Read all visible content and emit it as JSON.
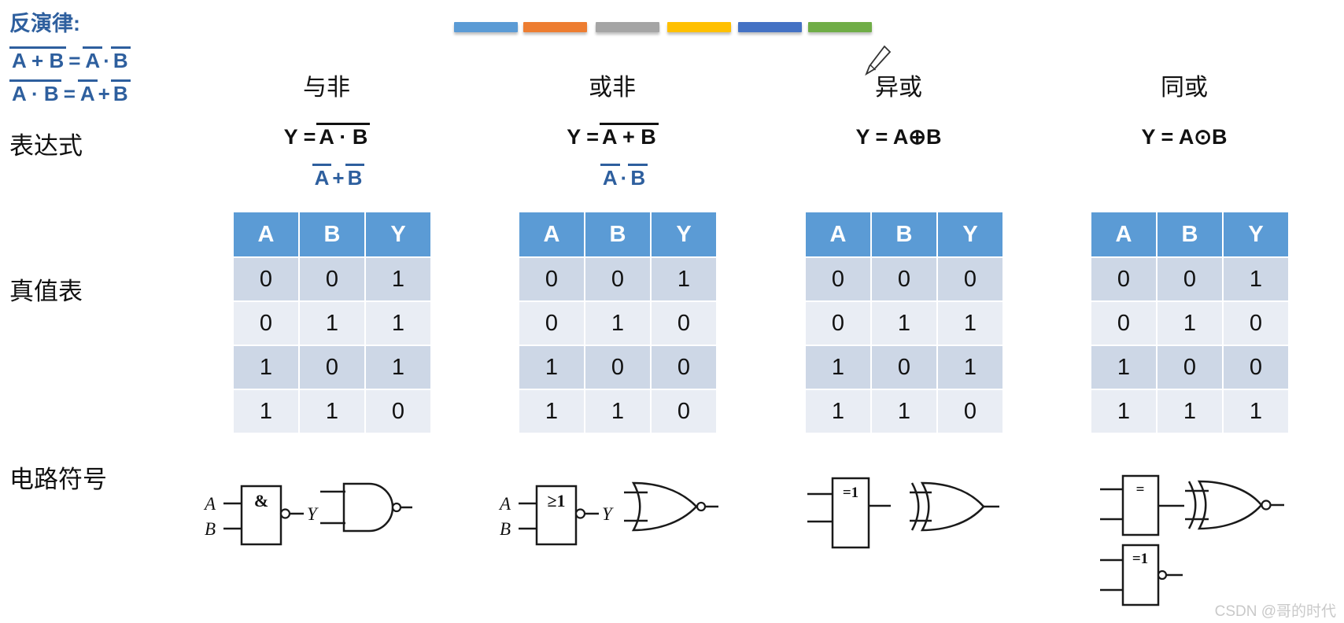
{
  "demorgan": {
    "title": "反演律:",
    "law1": {
      "lhs": "A + B",
      "eq": "=",
      "a": "A",
      "op": "·",
      "b": "B"
    },
    "law2": {
      "lhs": "A · B",
      "eq": "=",
      "a": "A",
      "op": "+",
      "b": "B"
    }
  },
  "toolbar_bars": [
    {
      "name": "blue",
      "color": "#5B9BD5"
    },
    {
      "name": "orange",
      "color": "#ED7D31"
    },
    {
      "name": "gray",
      "color": "#A5A5A5"
    },
    {
      "name": "gold",
      "color": "#FFC000"
    },
    {
      "name": "dark-blue",
      "color": "#4472C4"
    },
    {
      "name": "green",
      "color": "#70AD47"
    }
  ],
  "row_labels": {
    "expression": "表达式",
    "truth_table": "真值表",
    "circuit": "电路符号"
  },
  "gate_io_labels": {
    "in1": "A",
    "in2": "B",
    "out": "Y"
  },
  "gates": [
    {
      "name": "与非",
      "expr_prefix": "Y = ",
      "expr_overline": "A · B",
      "alt_expr": {
        "a": "A",
        "op": "+",
        "b": "B"
      },
      "iec_label": "&",
      "truth_table": {
        "headers": [
          "A",
          "B",
          "Y"
        ],
        "rows": [
          [
            "0",
            "0",
            "1"
          ],
          [
            "0",
            "1",
            "1"
          ],
          [
            "1",
            "0",
            "1"
          ],
          [
            "1",
            "1",
            "0"
          ]
        ]
      }
    },
    {
      "name": "或非",
      "expr_prefix": "Y = ",
      "expr_overline": "A + B",
      "alt_expr": {
        "a": "A",
        "op": "·",
        "b": "B"
      },
      "iec_label": "≥1",
      "truth_table": {
        "headers": [
          "A",
          "B",
          "Y"
        ],
        "rows": [
          [
            "0",
            "0",
            "1"
          ],
          [
            "0",
            "1",
            "0"
          ],
          [
            "1",
            "0",
            "0"
          ],
          [
            "1",
            "1",
            "0"
          ]
        ]
      }
    },
    {
      "name": "异或",
      "expr_prefix": "Y = A⊕B",
      "expr_overline": "",
      "iec_label": "=1",
      "truth_table": {
        "headers": [
          "A",
          "B",
          "Y"
        ],
        "rows": [
          [
            "0",
            "0",
            "0"
          ],
          [
            "0",
            "1",
            "1"
          ],
          [
            "1",
            "0",
            "1"
          ],
          [
            "1",
            "1",
            "0"
          ]
        ]
      }
    },
    {
      "name": "同或",
      "expr_prefix": "Y = A⊙B",
      "expr_overline": "",
      "iec_label": "=",
      "iec_label2": "=1",
      "truth_table": {
        "headers": [
          "A",
          "B",
          "Y"
        ],
        "rows": [
          [
            "0",
            "0",
            "1"
          ],
          [
            "0",
            "1",
            "0"
          ],
          [
            "1",
            "0",
            "0"
          ],
          [
            "1",
            "1",
            "1"
          ]
        ]
      }
    }
  ],
  "colors": {
    "formula_blue": "#2E5F9E",
    "table_header": "#5B9BD5",
    "row_dark": "#CDD7E6",
    "row_light": "#E9EDF4"
  },
  "watermark": "CSDN @哥的时代"
}
